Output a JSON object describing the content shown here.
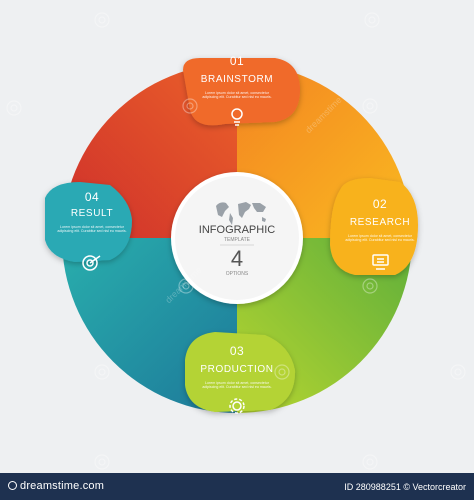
{
  "center": {
    "title": "INFOGRAPHIC",
    "subtitle": "TEMPLATE",
    "number": "4",
    "caption": "OPTIONS"
  },
  "steps": [
    {
      "number": "01",
      "title": "BRAINSTORM",
      "icon": "lightbulb-icon",
      "color": "#e8462a",
      "description": "Lorem ipsum dolor sit amet, consectetur adipiscing elit. Curabitur sed nisl eu mauris."
    },
    {
      "number": "02",
      "title": "RESEARCH",
      "icon": "monitor-icon",
      "color": "#f6a21a",
      "description": "Lorem ipsum dolor sit amet, consectetur adipiscing elit. Curabitur sed nisl eu mauris."
    },
    {
      "number": "03",
      "title": "PRODUCTION",
      "icon": "gear-icon",
      "color": "#8cc63f",
      "description": "Lorem ipsum dolor sit amet, consectetur adipiscing elit. Curabitur sed nisl eu mauris."
    },
    {
      "number": "04",
      "title": "RESULT",
      "icon": "target-icon",
      "color": "#1f9fb0",
      "description": "Lorem ipsum dolor sit amet, consectetur adipiscing elit. Curabitur sed nisl eu mauris."
    }
  ],
  "footer": {
    "logo": "dreamstime.com",
    "id_text": "ID 280988251 © Vectorcreator"
  },
  "watermark": "dreamstime"
}
